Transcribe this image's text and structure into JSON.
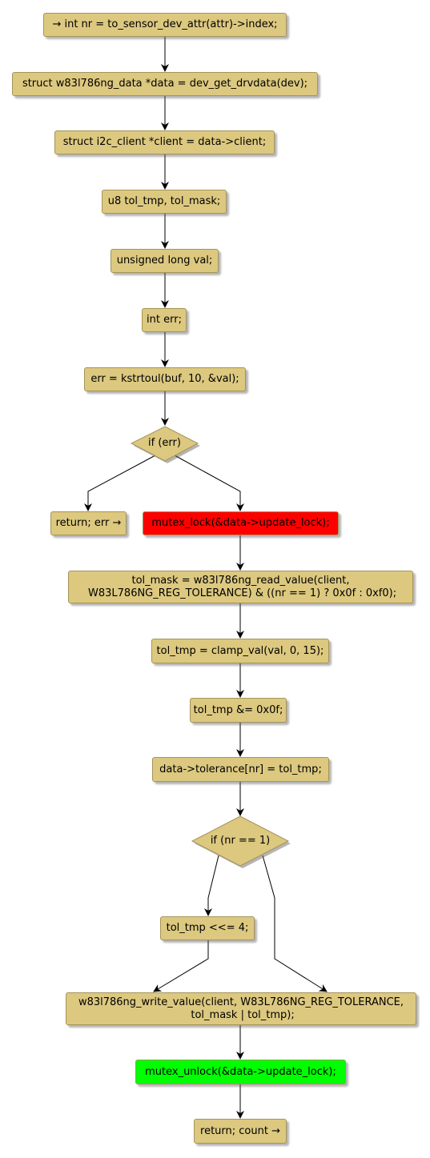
{
  "nodes": {
    "n1": "→ int nr = to_sensor_dev_attr(attr)->index;",
    "n2": "struct w83l786ng_data *data = dev_get_drvdata(dev);",
    "n3": "struct i2c_client *client = data->client;",
    "n4": "u8 tol_tmp, tol_mask;",
    "n5": "unsigned long val;",
    "n6": "int err;",
    "n7": "err = kstrtoul(buf, 10, &val);",
    "d1": "if (err)",
    "n8": "return; err →",
    "n9": "mutex_lock(&data->update_lock);",
    "n10": "tol_mask = w83l786ng_read_value(client,\n W83L786NG_REG_TOLERANCE) & ((nr == 1) ? 0x0f : 0xf0);",
    "n11": "tol_tmp = clamp_val(val, 0, 15);",
    "n12": "tol_tmp &= 0x0f;",
    "n13": "data->tolerance[nr] = tol_tmp;",
    "d2": "if (nr == 1)",
    "n14": "tol_tmp <<= 4;",
    "n15": "w83l786ng_write_value(client, W83L786NG_REG_TOLERANCE,\n tol_mask | tol_tmp);",
    "n16": "mutex_unlock(&data->update_lock);",
    "n17": "return; count →"
  },
  "colors": {
    "node_fill": "#dcc87f",
    "node_border": "#a5945a",
    "lock_fill": "#ff0000",
    "unlock_fill": "#00ff00",
    "edge": "#000000"
  }
}
